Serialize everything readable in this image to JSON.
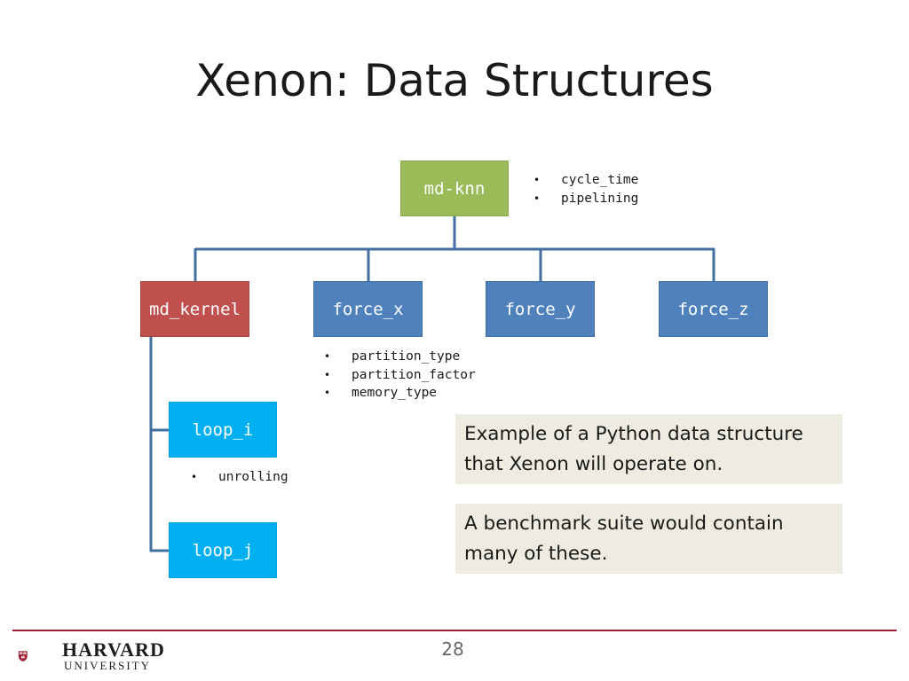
{
  "slide": {
    "title": "Xenon: Data Structures",
    "page_number": "28"
  },
  "tree": {
    "root": {
      "label": "md-knn",
      "params": [
        "cycle_time",
        "pipelining"
      ]
    },
    "children": [
      {
        "label": "md_kernel"
      },
      {
        "label": "force_x",
        "params": [
          "partition_type",
          "partition_factor",
          "memory_type"
        ]
      },
      {
        "label": "force_y"
      },
      {
        "label": "force_z"
      }
    ],
    "grandchildren": [
      {
        "label": "loop_i",
        "params": [
          "unrolling"
        ]
      },
      {
        "label": "loop_j"
      }
    ]
  },
  "callouts": [
    "Example of a Python data structure that Xenon will operate on.",
    "A benchmark suite would contain many of these."
  ],
  "footer": {
    "logo_line1": "HARVARD",
    "logo_line2": "UNIVERSITY",
    "shield_letters": [
      "VE",
      "RI",
      "TAS"
    ]
  },
  "colors": {
    "root": "#9bbb59",
    "md_kernel": "#c0504d",
    "force": "#4f81bd",
    "loop": "#00b0f0",
    "connector": "#41709f",
    "callout_bg": "#eeece1",
    "harvard_crimson": "#a51c30"
  }
}
